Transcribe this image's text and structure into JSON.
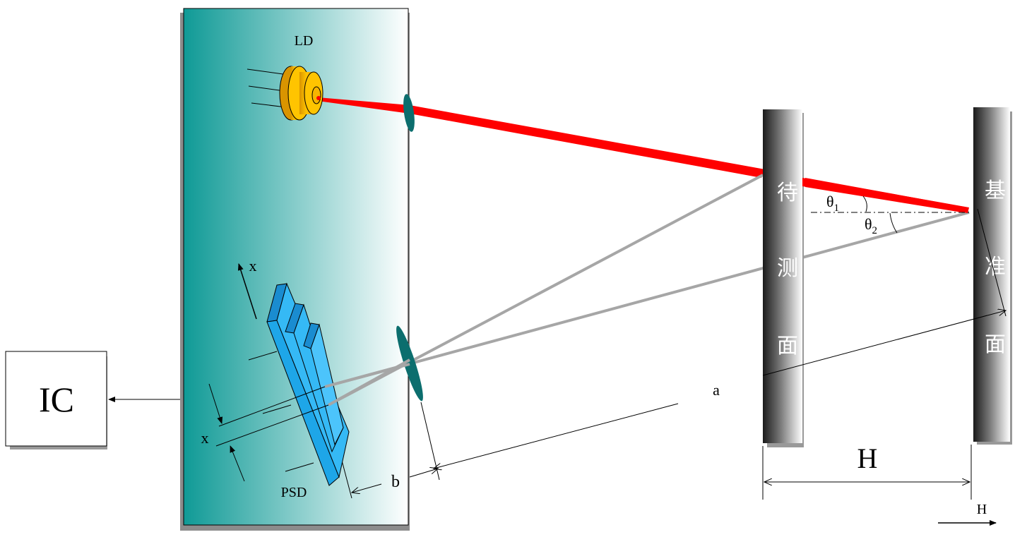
{
  "labels": {
    "ld": "LD",
    "psd": "PSD",
    "ic": "IC",
    "x_axis": "x",
    "x_offset": "x",
    "a": "a",
    "b": "b",
    "theta1_base": "θ",
    "theta1_sub": "1",
    "theta2_base": "θ",
    "theta2_sub": "2",
    "h_dim": "H",
    "h_arrow": "H"
  },
  "surfaces": {
    "test_surface": [
      "待",
      "测",
      "面"
    ],
    "reference_surface": [
      "基",
      "准",
      "面"
    ]
  },
  "colors": {
    "housing_start": "#0f9a96",
    "housing_end": "#ffffff",
    "laser": "#ff0000",
    "reflected": "#a6a6a6",
    "lens": "#0c6e6e",
    "ld_body": "#f7b500",
    "psd_body": "#1ea6e8"
  }
}
